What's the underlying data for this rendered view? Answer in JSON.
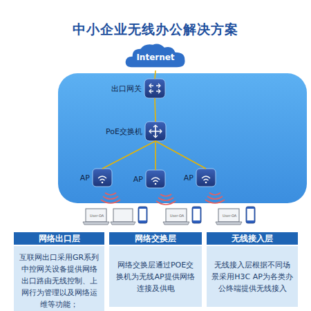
{
  "diagram": {
    "title": "中小企业无线办公解决方案",
    "nodes": [
      {
        "text": [
          "Internet"
        ]
      },
      {
        "text": [
          "出口网关"
        ]
      },
      {
        "text": [
          "PoE交换机"
        ]
      },
      {
        "text": [
          "AP"
        ]
      },
      {
        "text": [
          "AP"
        ]
      },
      {
        "text": [
          "AP"
        ]
      },
      {
        "text": [
          "网络出口层",
          "互联网出口采用GR系列中控网关设备提供网络出口路由无线控制、上网行为管理以及网络运维等功能；"
        ]
      },
      {
        "text": [
          "网络交换层",
          "网络交换层通过POE交换机为无线AP提供网络连接及供电"
        ]
      },
      {
        "text": [
          "无线接入层",
          "无线接入层根据不同场景采用H3C AP为各类办公终端提供无线接入"
        ]
      }
    ],
    "edges": [
      {
        "from": 0,
        "to": 1,
        "arrow": "none"
      },
      {
        "from": 1,
        "to": 2,
        "arrow": "none"
      },
      {
        "from": 2,
        "to": 3,
        "arrow": "none"
      },
      {
        "from": 2,
        "to": 4,
        "arrow": "none"
      },
      {
        "from": 2,
        "to": 5,
        "arrow": "none"
      }
    ],
    "labels": [
      "User-OA",
      "User-OA",
      "User-OA"
    ]
  }
}
